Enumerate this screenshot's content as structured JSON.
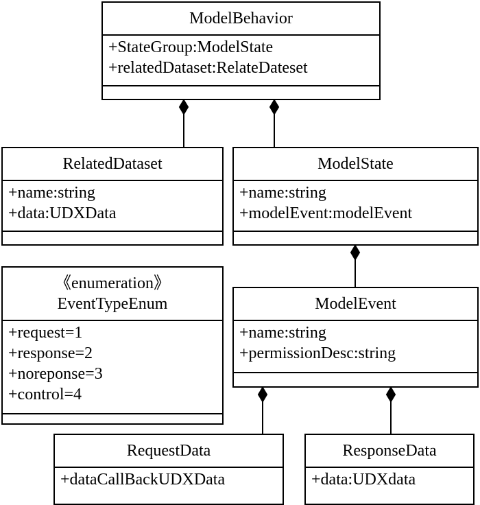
{
  "classes": {
    "model_behavior": {
      "name": "ModelBehavior",
      "attributes": [
        "+StateGroup:ModelState",
        "+relatedDataset:RelateDateset"
      ]
    },
    "related_dataset": {
      "name": "RelatedDataset",
      "attributes": [
        "+name:string",
        "+data:UDXData"
      ]
    },
    "model_state": {
      "name": "ModelState",
      "attributes": [
        "+name:string",
        "+modelEvent:modelEvent"
      ]
    },
    "event_type_enum": {
      "stereotype": "《enumeration》",
      "name": "EventTypeEnum",
      "attributes": [
        "+request=1",
        "+response=2",
        "+noreponse=3",
        "+control=4"
      ]
    },
    "model_event": {
      "name": "ModelEvent",
      "attributes": [
        "+name:string",
        "+permissionDesc:string"
      ]
    },
    "request_data": {
      "name": "RequestData",
      "attributes": [
        "+dataCallBackUDXData"
      ]
    },
    "response_data": {
      "name": "ResponseData",
      "attributes": [
        "+data:UDXdata"
      ]
    }
  },
  "relations": [
    {
      "type": "composition",
      "whole": "ModelBehavior",
      "part": "RelatedDataset"
    },
    {
      "type": "composition",
      "whole": "ModelBehavior",
      "part": "ModelState"
    },
    {
      "type": "composition",
      "whole": "ModelState",
      "part": "ModelEvent"
    },
    {
      "type": "composition",
      "whole": "ModelEvent",
      "part": "RequestData"
    },
    {
      "type": "composition",
      "whole": "ModelEvent",
      "part": "ResponseData"
    }
  ]
}
